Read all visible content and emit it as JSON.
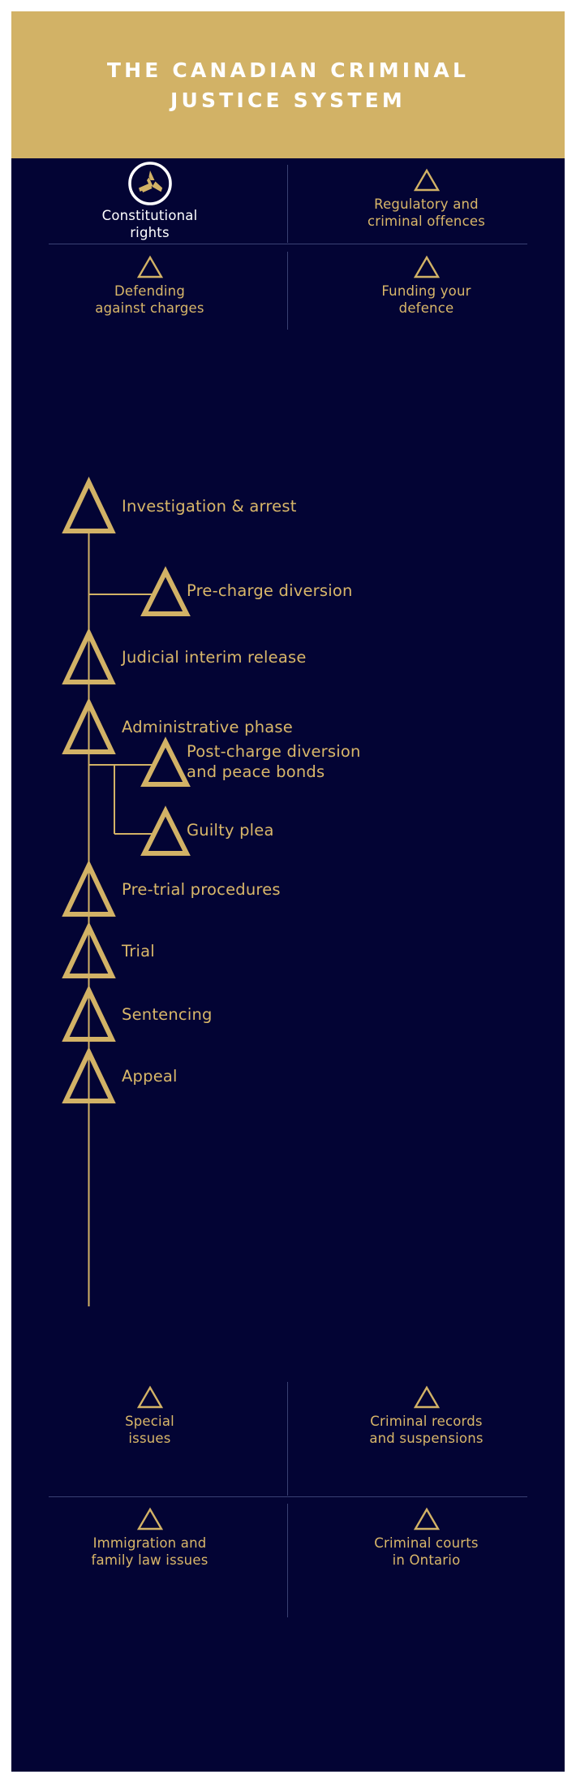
{
  "colors": {
    "background": "#030434",
    "gold": "#d2b266",
    "gold_text": "#d9b769",
    "white": "#ffffff",
    "divider": "#3a4173"
  },
  "header": {
    "title": "THE CANADIAN CRIMINAL\nJUSTICE SYSTEM"
  },
  "top_grid": {
    "items": [
      {
        "label": "Constitutional\nrights",
        "icon": "law-logo-icon",
        "active": true
      },
      {
        "label": "Regulatory and\ncriminal offences",
        "icon": "triangle-icon",
        "active": false
      },
      {
        "label": "Defending\nagainst charges",
        "icon": "triangle-icon",
        "active": false
      },
      {
        "label": "Funding your\ndefence",
        "icon": "triangle-icon",
        "active": false
      }
    ]
  },
  "flowchart": {
    "steps": [
      {
        "label": "Investigation & arrest",
        "branch": false
      },
      {
        "label": "Pre-charge diversion",
        "branch": true
      },
      {
        "label": "Judicial interim release",
        "branch": false
      },
      {
        "label": "Administrative phase",
        "branch": false
      },
      {
        "label": "Post-charge diversion\nand peace bonds",
        "branch": true
      },
      {
        "label": "Guilty plea",
        "branch": true
      },
      {
        "label": "Pre-trial procedures",
        "branch": false
      },
      {
        "label": "Trial",
        "branch": false
      },
      {
        "label": "Sentencing",
        "branch": false
      },
      {
        "label": "Appeal",
        "branch": false
      }
    ]
  },
  "bottom_grid": {
    "items": [
      {
        "label": "Special\nissues",
        "icon": "triangle-icon"
      },
      {
        "label": "Criminal records\nand suspensions",
        "icon": "triangle-icon"
      },
      {
        "label": "Immigration and\nfamily law issues",
        "icon": "triangle-icon"
      },
      {
        "label": "Criminal courts\nin Ontario",
        "icon": "triangle-icon"
      }
    ]
  }
}
